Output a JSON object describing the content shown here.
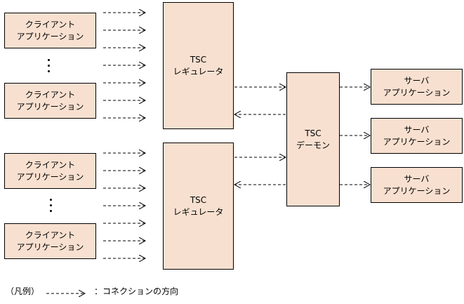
{
  "colors": {
    "box_fill": "#f8e0d0",
    "line": "#000000"
  },
  "client_group_top": [
    {
      "line1": "クライアント",
      "line2": "アプリケーション"
    },
    {
      "line1": "クライアント",
      "line2": "アプリケーション"
    }
  ],
  "client_group_bottom": [
    {
      "line1": "クライアント",
      "line2": "アプリケーション"
    },
    {
      "line1": "クライアント",
      "line2": "アプリケーション"
    }
  ],
  "regulator_top": {
    "line1": "TSC",
    "line2": "レギュレータ"
  },
  "regulator_bottom": {
    "line1": "TSC",
    "line2": "レギュレータ"
  },
  "daemon": {
    "line1": "TSC",
    "line2": "デーモン"
  },
  "servers": [
    {
      "line1": "サーバ",
      "line2": "アプリケーション"
    },
    {
      "line1": "サーバ",
      "line2": "アプリケーション"
    },
    {
      "line1": "サーバ",
      "line2": "アプリケーション"
    }
  ],
  "legend": {
    "label": "（凡例）",
    "description": "：コネクションの方向"
  }
}
